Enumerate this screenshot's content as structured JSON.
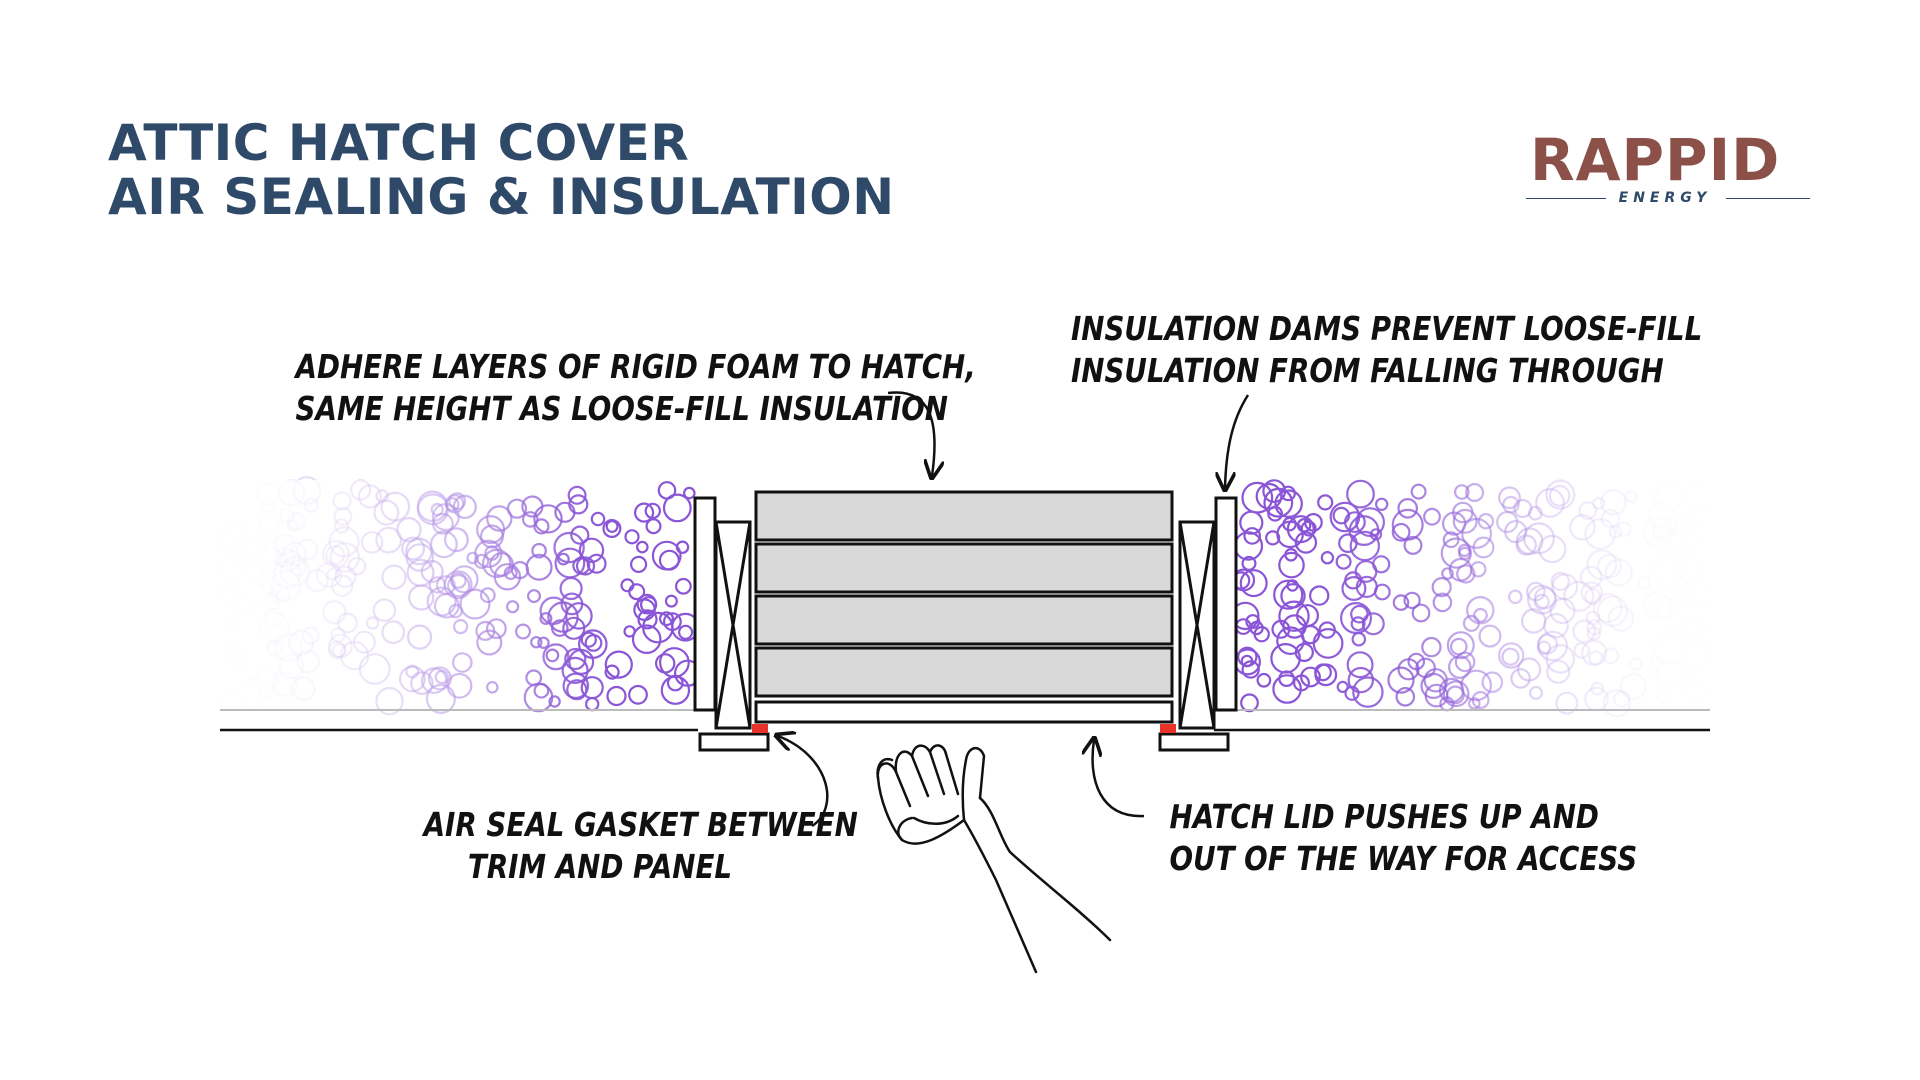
{
  "title": {
    "line1": "ATTIC HATCH COVER",
    "line2": "AIR SEALING & INSULATION"
  },
  "logo": {
    "word": "RAPPID",
    "sub": "ENERGY"
  },
  "callouts": {
    "rigid_foam": {
      "line1": "ADHERE LAYERS OF RIGID FOAM TO HATCH,",
      "line2": "SAME HEIGHT AS LOOSE-FILL INSULATION"
    },
    "dams": {
      "line1": "INSULATION DAMS PREVENT LOOSE-FILL",
      "line2": "INSULATION FROM FALLING THROUGH"
    },
    "gasket": {
      "line1": "AIR SEAL GASKET BETWEEN",
      "line2": "TRIM AND PANEL"
    },
    "lid": {
      "line1": "HATCH LID PUSHES UP AND",
      "line2": "OUT OF THE WAY FOR ACCESS"
    }
  },
  "colors": {
    "title": "#2f4a68",
    "logo": "#8b5148",
    "foam": "#d8d8d8",
    "insulation": "#8a55d6",
    "gasket": "#e8322a"
  },
  "diagram": {
    "foam_layers": 4,
    "icons": [
      "hand-icon",
      "insulation-bubbles",
      "framing-cross-brace"
    ]
  }
}
